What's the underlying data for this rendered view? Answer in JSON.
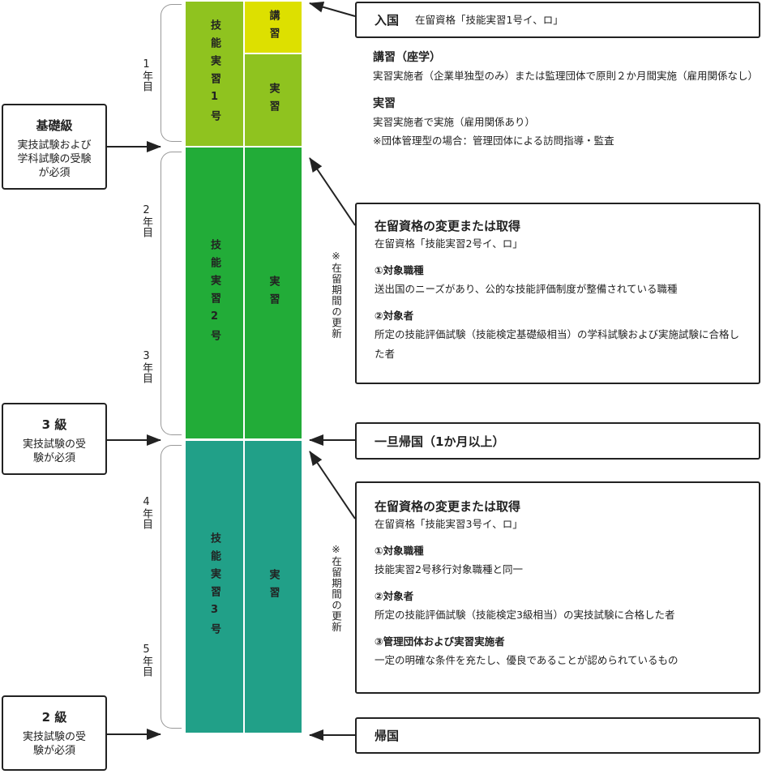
{
  "columns": {
    "tit1": "技能実習1号",
    "lecture": "講習",
    "practice1": "実習",
    "tit2": "技能実習2号",
    "practice2": "実習",
    "tit3": "技能実習3号",
    "practice3": "実習"
  },
  "colors": {
    "tit1": "#8fc31f",
    "lecture": "#dde000",
    "tit2": "#22ac38",
    "tit3": "#21a088"
  },
  "years": [
    "1年目",
    "2年目",
    "3年目",
    "4年目",
    "5年目"
  ],
  "left_boxes": [
    {
      "title": "基礎級",
      "text": "実技試験および学科試験の受験が必須"
    },
    {
      "title": "3 級",
      "text": "実技試験の受験が必須"
    },
    {
      "title": "2 級",
      "text": "実技試験の受験が必須"
    }
  ],
  "entry": {
    "title": "入国",
    "status": "在留資格「技能実習1号イ、ロ」"
  },
  "lecture_info": {
    "title": "講習（座学）",
    "text": "実習実施者（企業単独型のみ）または監理団体で原則２か月間実施（雇用関係なし）"
  },
  "practice_info": {
    "title": "実習",
    "text1": "実習実施者で実施（雇用関係あり）",
    "text2": "※団体管理型の場合：管理団体による訪問指導・監査"
  },
  "renewal_note": "※在留期間の更新",
  "change2": {
    "title": "在留資格の変更または取得",
    "status": "在留資格「技能実習2号イ、ロ」",
    "items": [
      {
        "head": "①対象職種",
        "text": "送出国のニーズがあり、公的な技能評価制度が整備されている職種"
      },
      {
        "head": "②対象者",
        "text": "所定の技能評価試験（技能検定基礎級相当）の学科試験および実施試験に合格した者"
      }
    ]
  },
  "temp_return": "一旦帰国（1か月以上）",
  "change3": {
    "title": "在留資格の変更または取得",
    "status": "在留資格「技能実習3号イ、ロ」",
    "items": [
      {
        "head": "①対象職種",
        "text": "技能実習2号移行対象職種と同一"
      },
      {
        "head": "②対象者",
        "text": "所定の技能評価試験（技能検定3級相当）の実技試験に合格した者"
      },
      {
        "head": "③管理団体および実習実施者",
        "text": "一定の明確な条件を充たし、優良であることが認められているもの"
      }
    ]
  },
  "return": "帰国"
}
